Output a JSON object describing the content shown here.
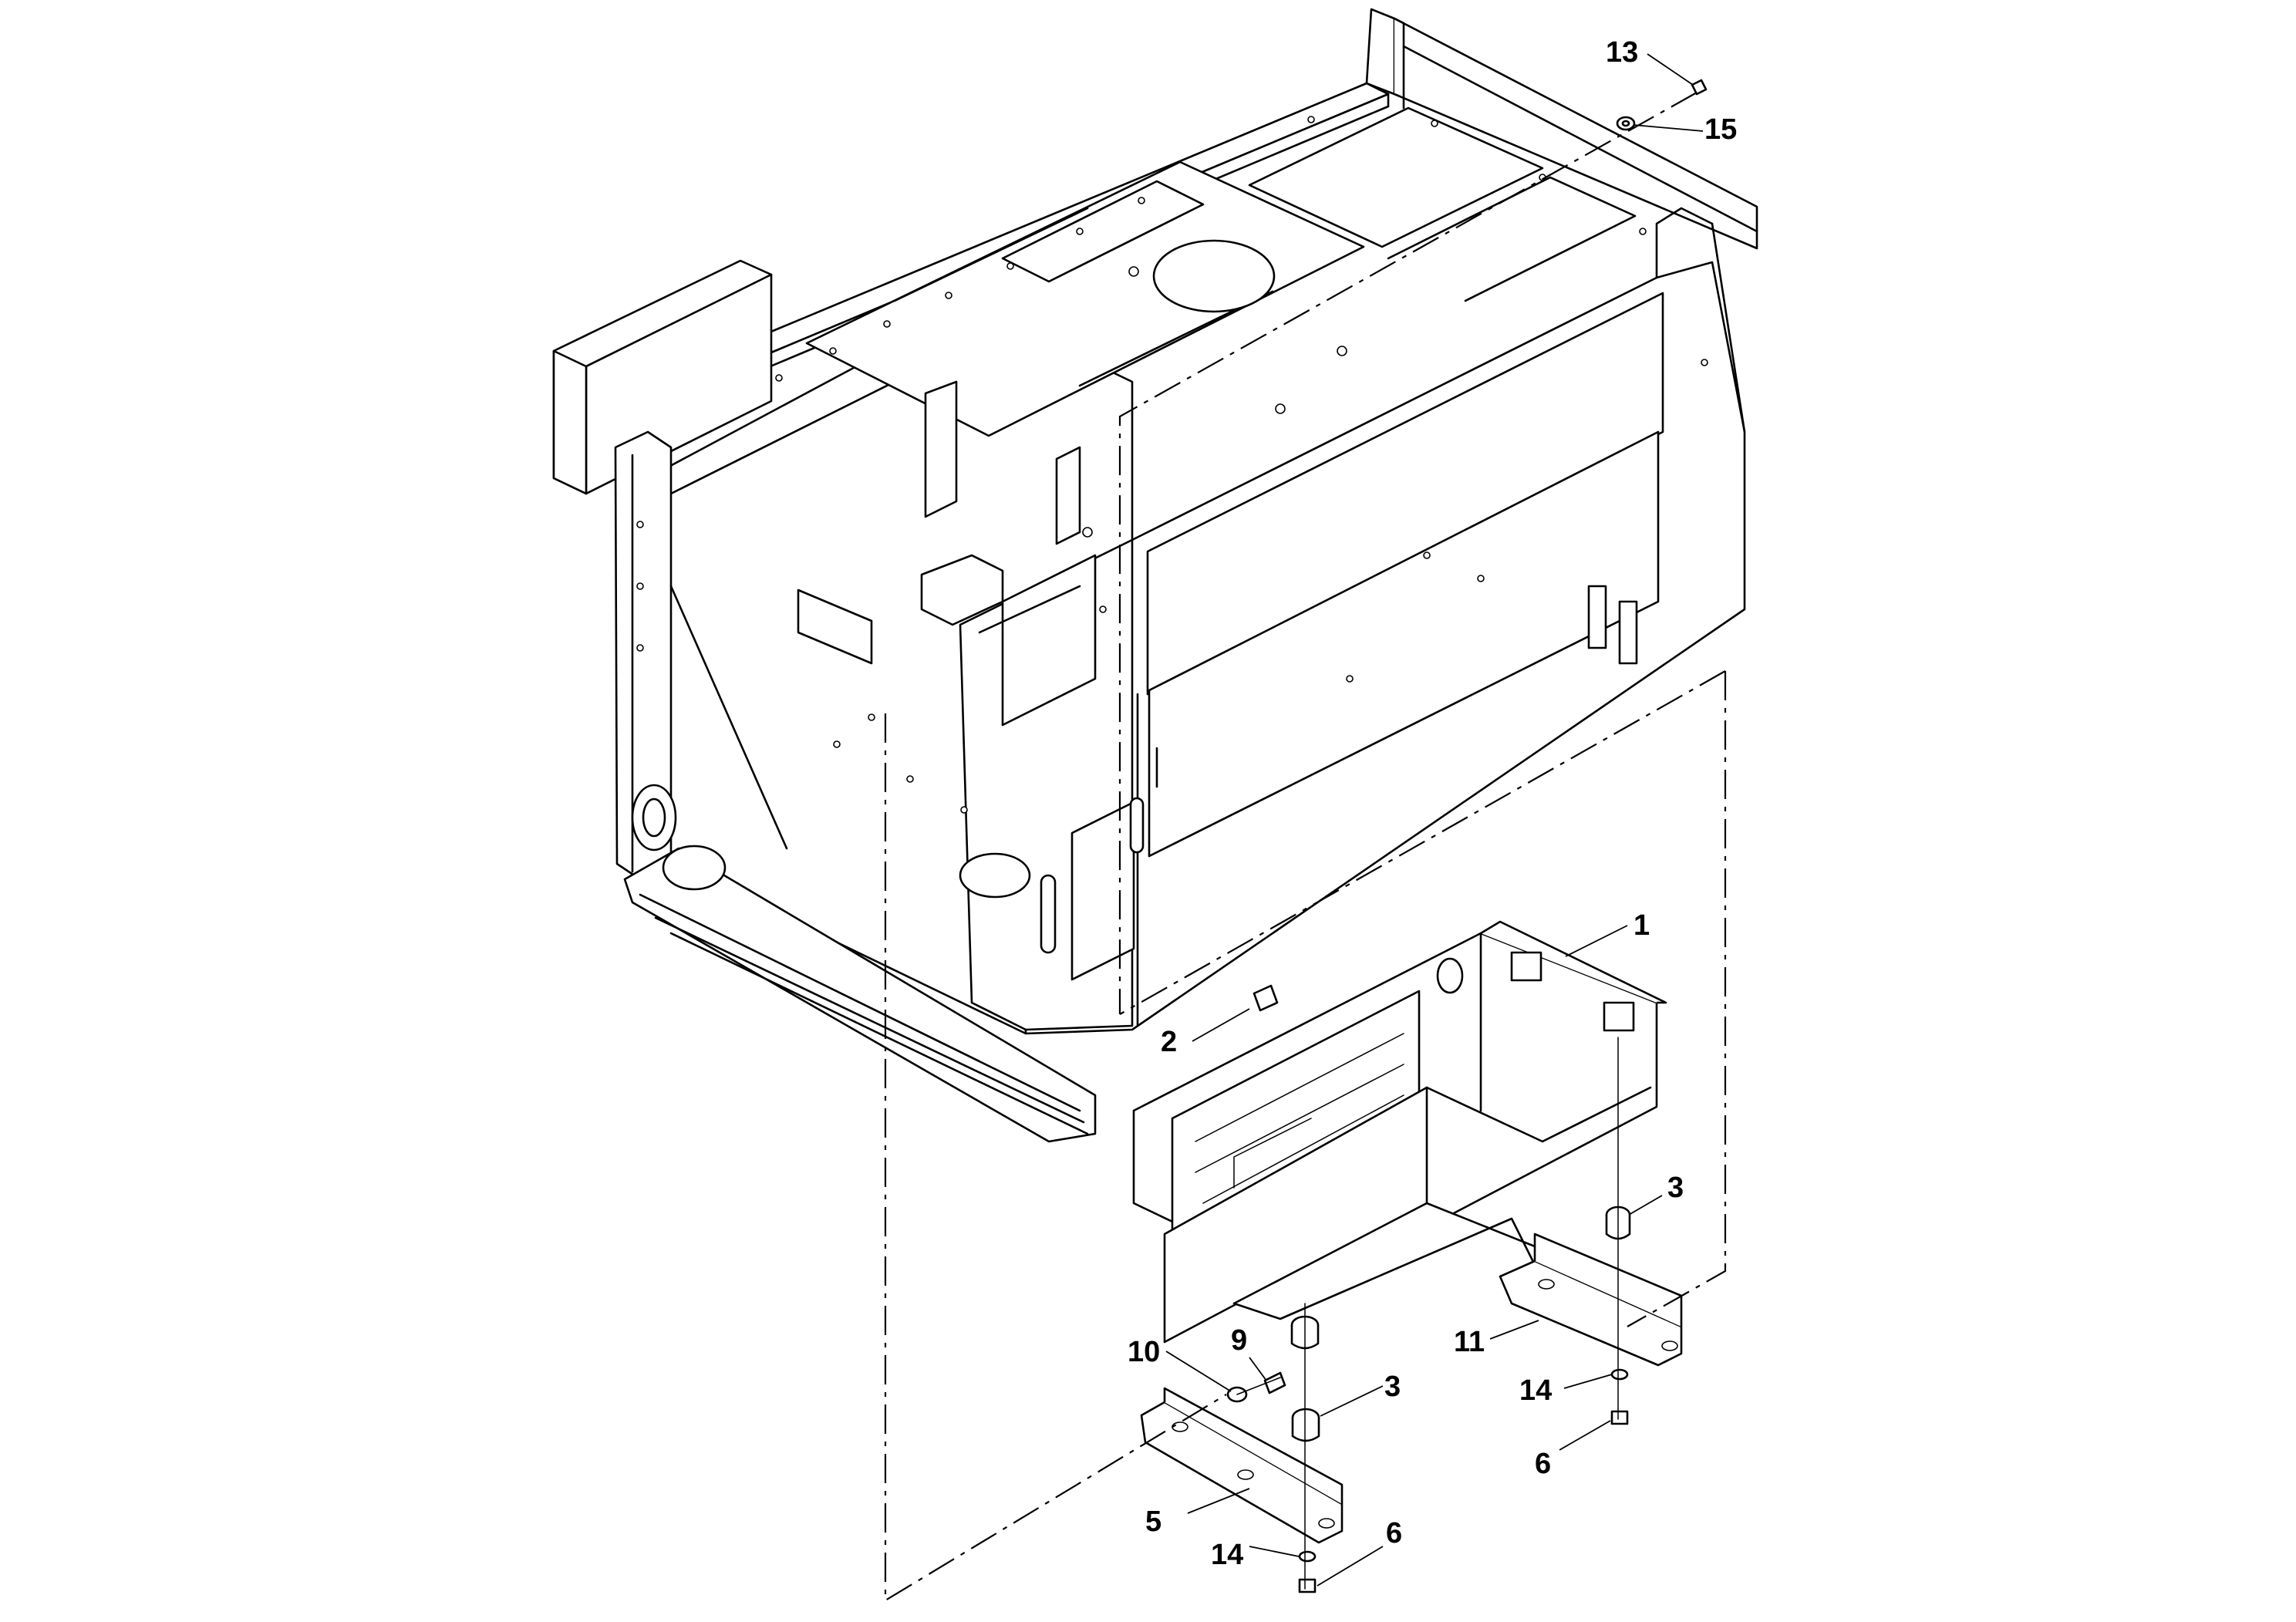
{
  "callouts": [
    {
      "id": "c13",
      "text": "13"
    },
    {
      "id": "c15",
      "text": "15"
    },
    {
      "id": "c1",
      "text": "1"
    },
    {
      "id": "c2",
      "text": "2"
    },
    {
      "id": "c3a",
      "text": "3"
    },
    {
      "id": "c11",
      "text": "11"
    },
    {
      "id": "c14a",
      "text": "14"
    },
    {
      "id": "c6a",
      "text": "6"
    },
    {
      "id": "c10",
      "text": "10"
    },
    {
      "id": "c9",
      "text": "9"
    },
    {
      "id": "c3b",
      "text": "3"
    },
    {
      "id": "c5",
      "text": "5"
    },
    {
      "id": "c14b",
      "text": "14"
    },
    {
      "id": "c6b",
      "text": "6"
    }
  ]
}
